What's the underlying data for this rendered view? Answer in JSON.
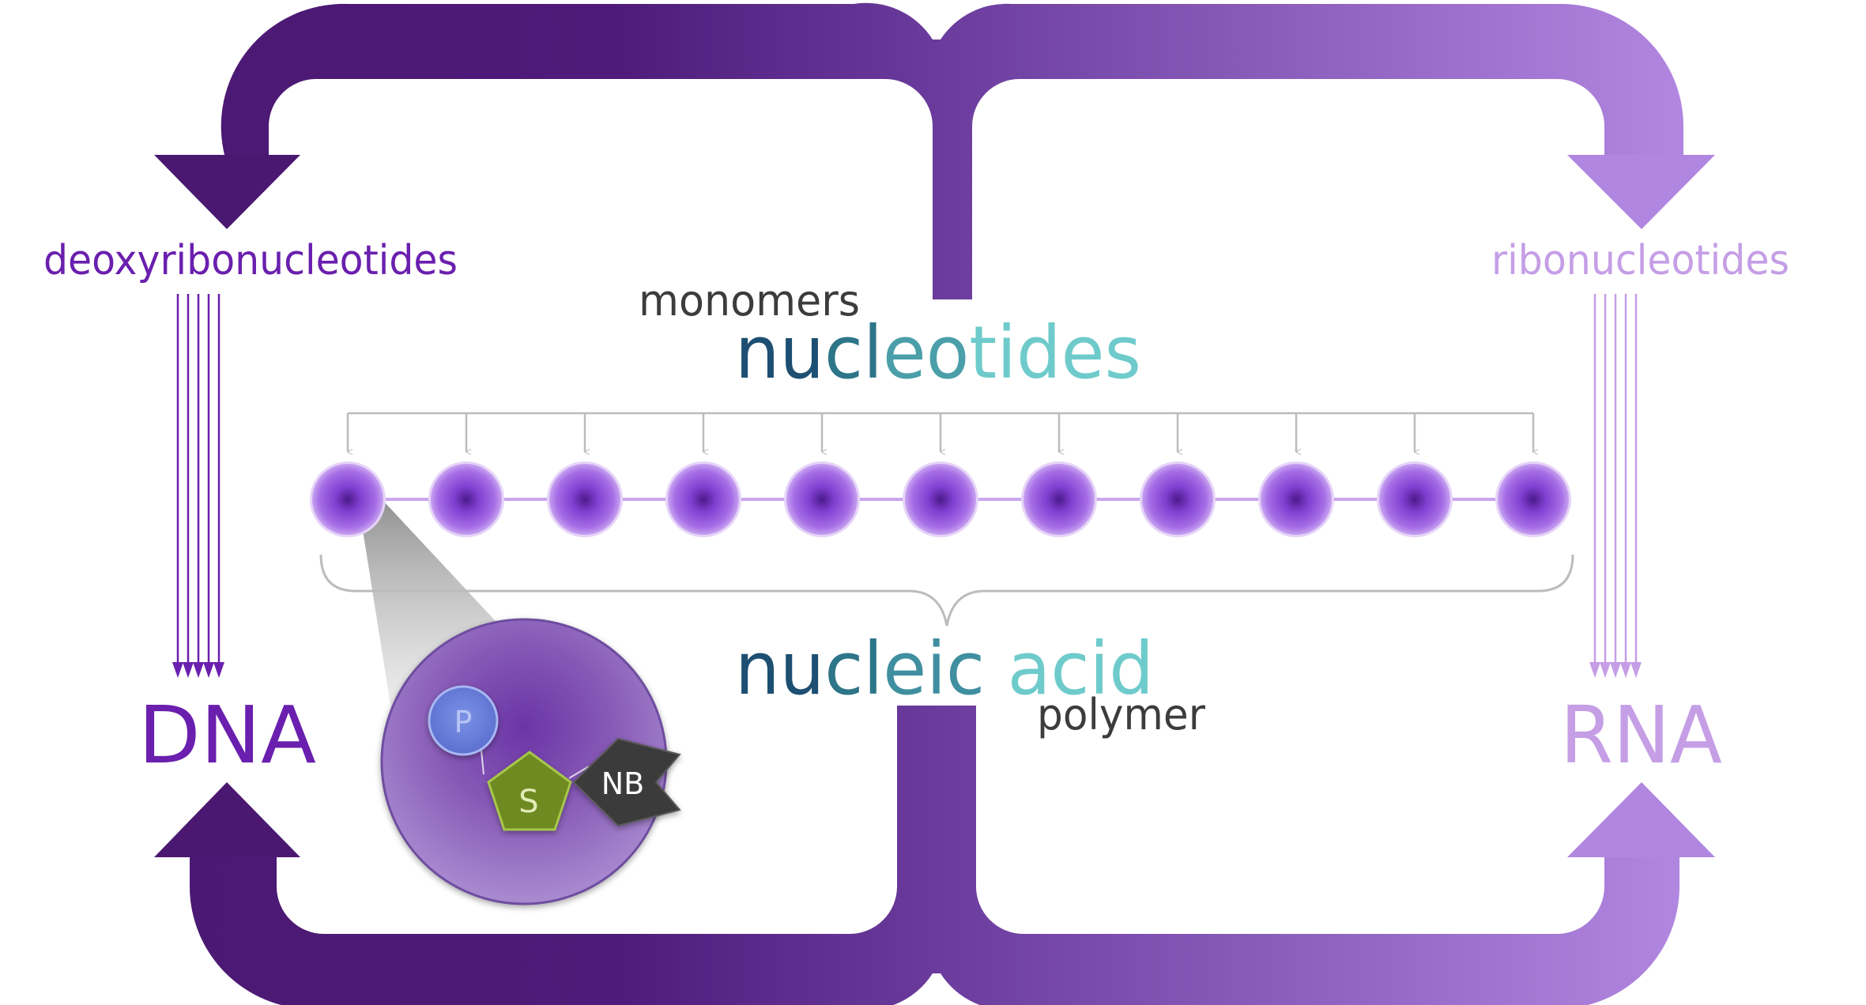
{
  "labels": {
    "left_monomer": "deoxyribonucleotides",
    "right_monomer": "ribonucleotides",
    "monomers": "monomers",
    "polymer": "polymer",
    "left_polymer": "DNA",
    "right_polymer": "RNA"
  },
  "title_top": {
    "parts": [
      {
        "text": "nu",
        "color": "#1d4f72"
      },
      {
        "text": "cl",
        "color": "#2d7588"
      },
      {
        "text": "eo",
        "color": "#4a9fa9"
      },
      {
        "text": "tides",
        "color": "#6fcbcb"
      }
    ]
  },
  "title_bottom": {
    "parts": [
      {
        "text": "nu",
        "color": "#1d4f72"
      },
      {
        "text": "cl",
        "color": "#2d7588"
      },
      {
        "text": "eic ",
        "color": "#3f8fa0"
      },
      {
        "text": "acid",
        "color": "#6fcbcb"
      }
    ]
  },
  "detail": {
    "phosphate": "P",
    "sugar": "S",
    "base": "NB"
  },
  "colors": {
    "dark_purple": "#4a1870",
    "mid_purple": "#6a3b9c",
    "light_purple": "#b186e0",
    "dna_purple": "#6a1fae",
    "rna_purple": "#c59ee6",
    "bead": "#9050dc",
    "gray": "#bcbcbc"
  },
  "nucleotide_count": 11
}
